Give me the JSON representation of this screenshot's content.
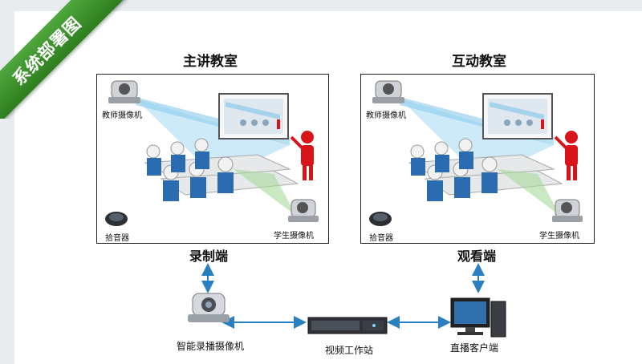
{
  "badge": "系统部署图",
  "rooms": {
    "main": {
      "title": "主讲教室",
      "teacher_camera": "教师摄像机",
      "student_camera": "学生摄像机",
      "mic": "拾音器",
      "end_label": "录制端"
    },
    "interactive": {
      "title": "互动教室",
      "teacher_camera": "教师摄像机",
      "student_camera": "学生摄像机",
      "mic": "拾音器",
      "end_label": "观看端"
    }
  },
  "devices": {
    "recorder": "智能录播摄像机",
    "workstation": "视频工作站",
    "client": "直播客户端"
  },
  "colors": {
    "ribbon": "#3d9a2e",
    "arrow": "#2a7fc0",
    "beam_blue": "#7fc4e8",
    "beam_green": "#a7d99a",
    "teacher_red": "#d8141a"
  }
}
